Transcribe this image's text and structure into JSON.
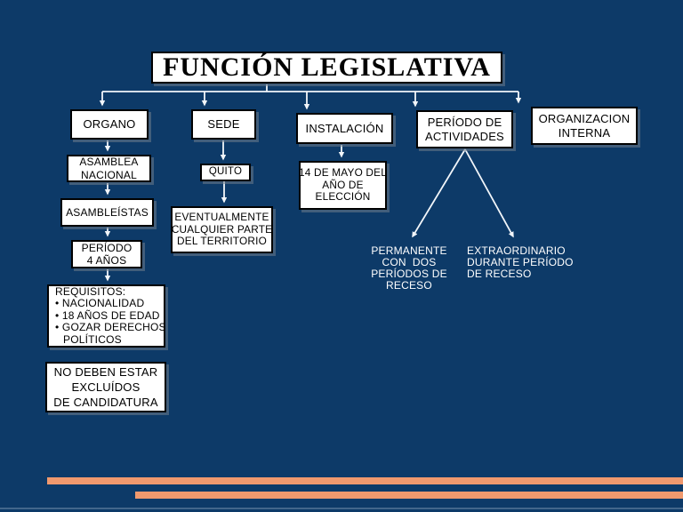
{
  "slide": {
    "title": "FUNCIÓN LEGISLATIVA",
    "background_color": "#0d3a68",
    "accent_color": "#f0996e",
    "box_background": "#ffffff",
    "box_border_color": "#000000",
    "connector_color": "#f2f6fa",
    "text_color_on_dark": "#ffffff",
    "text_color_in_box": "#000000"
  },
  "nodes": {
    "organo": {
      "label": "ORGANO"
    },
    "sede": {
      "label": "SEDE"
    },
    "instalacion": {
      "label": "INSTALACIÓN"
    },
    "periodo_actividades": {
      "lines": [
        "PERÍODO DE",
        "ACTIVIDADES"
      ]
    },
    "organizacion_interna": {
      "lines": [
        "ORGANIZACION",
        "INTERNA"
      ]
    },
    "asamblea_nacional": {
      "lines": [
        "ASAMBLEA",
        "NACIONAL"
      ]
    },
    "asambleistas": {
      "label": "ASAMBLEÍSTAS"
    },
    "periodo_4_anos": {
      "lines": [
        "PERÍODO",
        "4 AÑOS"
      ]
    },
    "requisitos": {
      "lines": [
        "REQUISITOS:",
        "• NACIONALIDAD",
        "• 18 AÑOS DE EDAD",
        "• GOZAR DERECHOS",
        "POLÍTICOS"
      ]
    },
    "no_deben": {
      "lines": [
        "NO DEBEN ESTAR",
        "EXCLUÍDOS",
        "DE CANDIDATURA"
      ]
    },
    "quito": {
      "label": "QUITO"
    },
    "eventualmente": {
      "lines": [
        "EVENTUALMENTE",
        "CUALQUIER PARTE",
        "DEL TERRITORIO"
      ]
    },
    "instalacion_fecha": {
      "lines": [
        "14 DE MAYO DEL",
        "AÑO DE",
        "ELECCIÓN"
      ]
    },
    "permanente": {
      "lines": [
        "PERMANENTE",
        "CON  DOS",
        "PERÍODOS DE",
        "RECESO"
      ]
    },
    "extraordinario": {
      "lines": [
        "EXTRAORDINARIO",
        "DURANTE PERÍODO",
        "DE RECESO"
      ]
    }
  }
}
